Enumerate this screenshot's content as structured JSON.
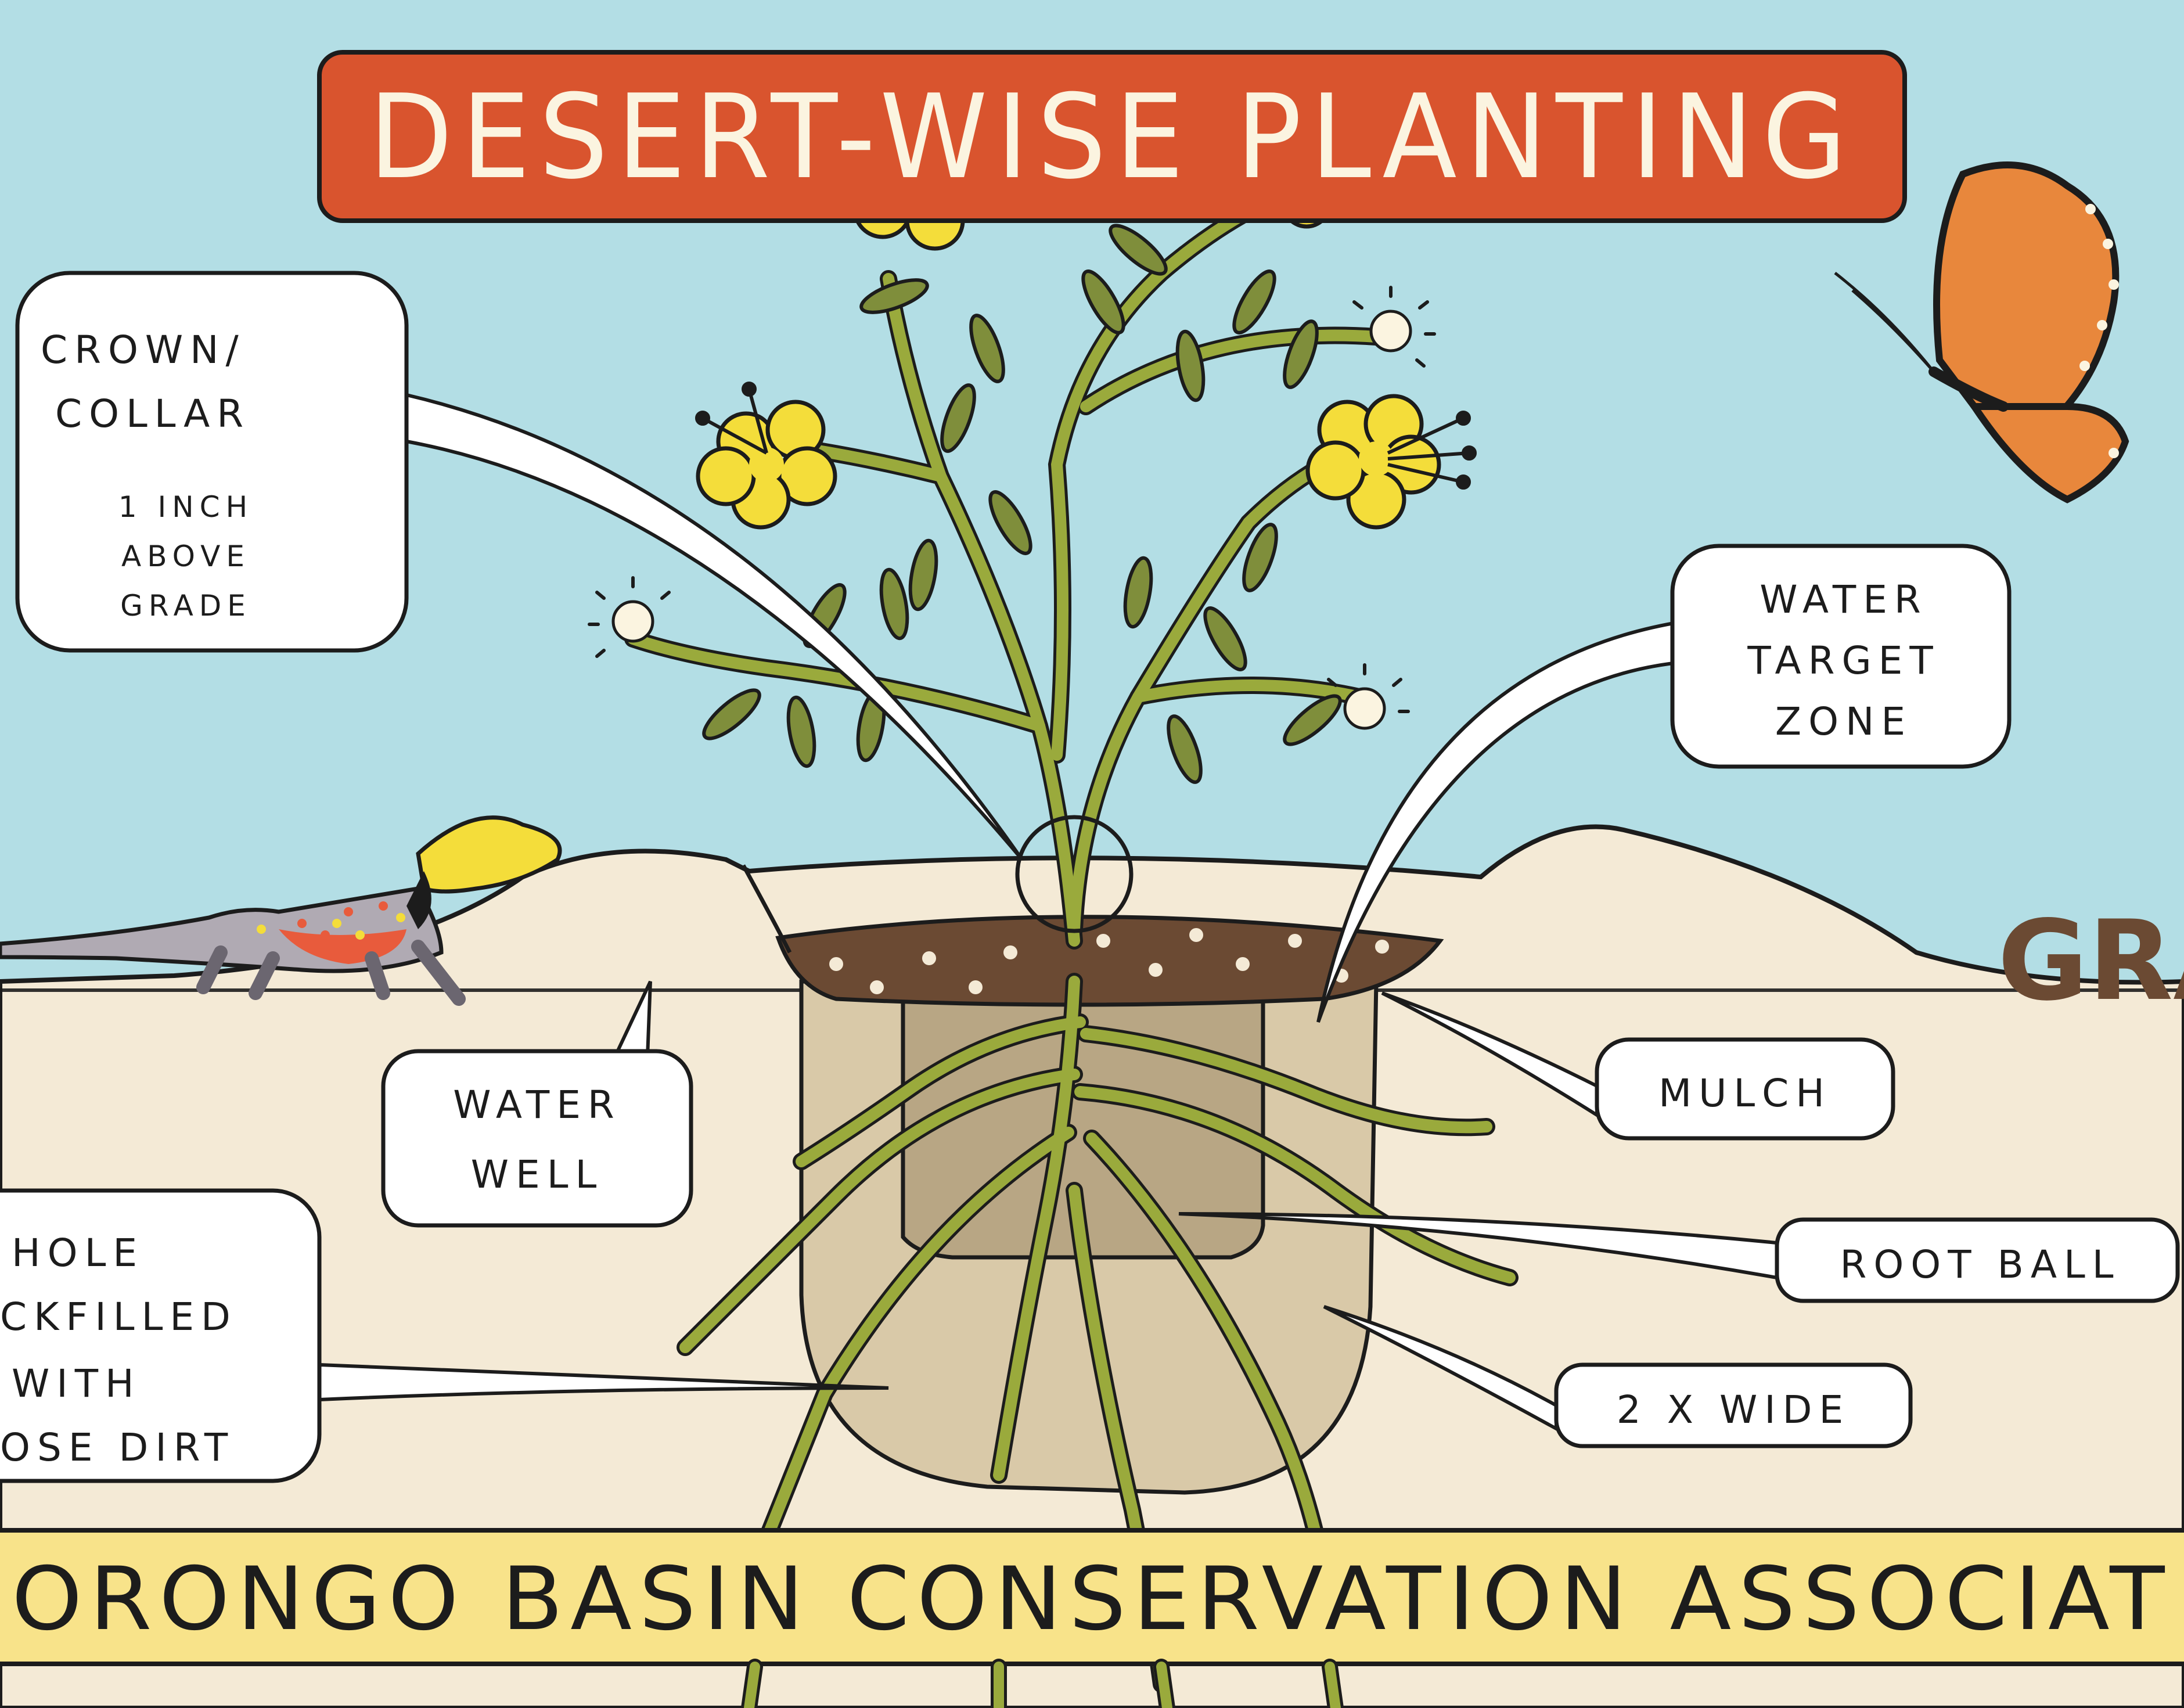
{
  "title": "DESERT-WISE PLANTING",
  "banner": "ORONGO BASIN CONSERVATION ASSOCIAT",
  "grade_label": "GRA",
  "callouts": {
    "crown_collar": {
      "line1": "CROWN/",
      "line2": "COLLAR",
      "sub1": "1 INCH",
      "sub2": "ABOVE",
      "sub3": "GRADE"
    },
    "water_target": {
      "line1": "WATER",
      "line2": "TARGET",
      "line3": "ZONE"
    },
    "water_well": {
      "line1": "WATER",
      "line2": "WELL"
    },
    "mulch": {
      "line1": "MULCH"
    },
    "root_ball": {
      "line1": "ROOT BALL"
    },
    "hole_wide": {
      "line1": "2 X WIDE"
    },
    "backfill": {
      "line1": "HOLE",
      "line2": "CKFILLED",
      "line3": "WITH",
      "line4": "OSE DIRT"
    }
  },
  "colors": {
    "sky": "#b3dee5",
    "ground": "#f4ead6",
    "title_bg": "#d9542e",
    "banner_bg": "#f8e38a",
    "mulch": "#6b4a33",
    "plant": "#9aaa3c",
    "flower": "#f4dd3a"
  }
}
